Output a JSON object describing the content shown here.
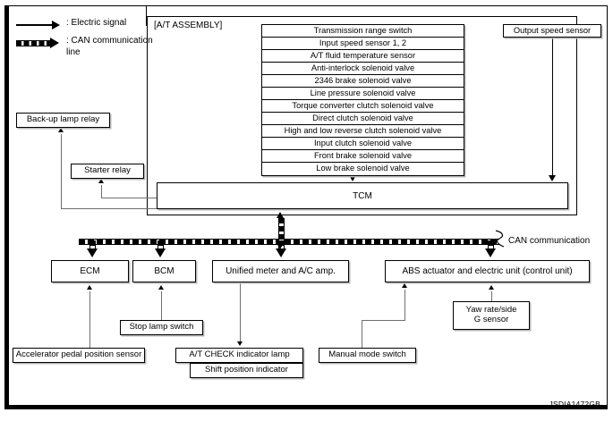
{
  "diagram": {
    "reference_code": "JSDIA1472GB",
    "assembly_label": "[A/T ASSEMBLY]",
    "can_label": "CAN communication"
  },
  "legend": {
    "items": [
      {
        "symbol": "solid-arrow",
        "label": ": Electric signal"
      },
      {
        "symbol": "dashed-arrow",
        "label": ": CAN communication",
        "label2": "line"
      }
    ]
  },
  "assembly": {
    "components": [
      "Transmission range switch",
      "Input speed sensor 1, 2",
      "A/T fluid temperature sensor",
      "Anti-interlock solenoid valve",
      "2346 brake solenoid valve",
      "Line pressure solenoid valve",
      "Torque converter clutch solenoid valve",
      "Direct clutch solenoid valve",
      "High and low reverse clutch solenoid valve",
      "Input clutch solenoid valve",
      "Front brake solenoid valve",
      "Low brake solenoid valve"
    ],
    "output_speed_sensor": "Output speed sensor",
    "tcm": "TCM"
  },
  "relays": {
    "backup_lamp_relay": "Back-up lamp relay",
    "starter_relay": "Starter relay"
  },
  "modules": {
    "ecm": "ECM",
    "bcm": "BCM",
    "unified_meter": "Unified meter and A/C amp.",
    "abs_unit": "ABS actuator and electric unit (control unit)"
  },
  "sensors": {
    "accelerator_pedal": "Accelerator pedal position sensor",
    "stop_lamp_switch": "Stop lamp switch",
    "at_check_lamp": "A/T CHECK indicator lamp",
    "shift_position_indicator": "Shift position indicator",
    "manual_mode_switch": "Manual mode switch",
    "yaw_rate_sensor_l1": "Yaw rate/side",
    "yaw_rate_sensor_l2": "G sensor"
  }
}
